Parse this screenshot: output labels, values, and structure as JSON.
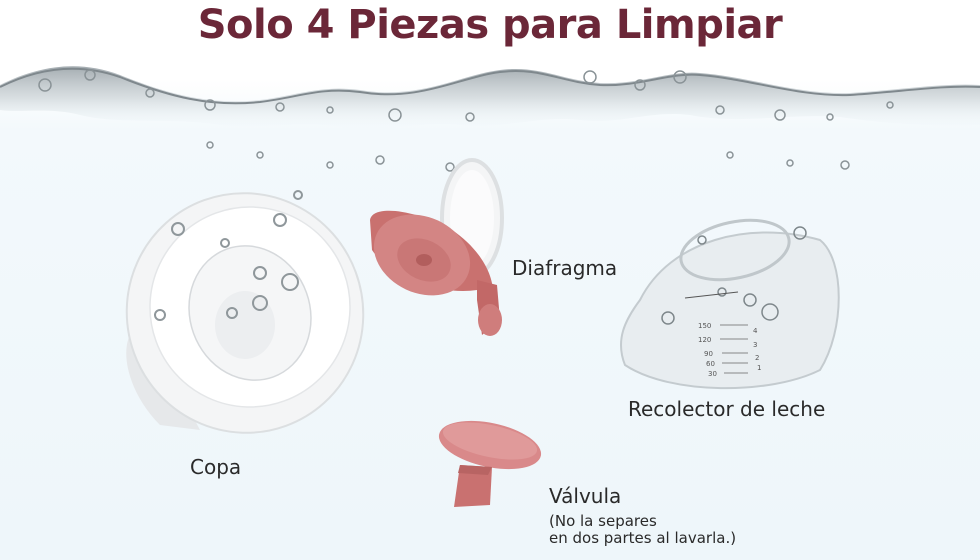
{
  "title": "Solo 4 Piezas para Limpiar",
  "colors": {
    "title": "#6b2738",
    "accent_pink": "#c9716f",
    "background": "#eef6fa",
    "label_text": "#2a2a2a"
  },
  "pieces": [
    {
      "id": "copa",
      "label": "Copa"
    },
    {
      "id": "diafragma",
      "label": "Diafragma"
    },
    {
      "id": "recolector",
      "label": "Recolector de leche",
      "scale_ml": [
        "150",
        "120",
        "90",
        "60",
        "30"
      ],
      "scale_oz": [
        "4",
        "3",
        "2",
        "1"
      ]
    },
    {
      "id": "valvula",
      "label": "Válvula",
      "note_line1": "(No la separes",
      "note_line2": "en dos partes al lavarla.)"
    }
  ]
}
